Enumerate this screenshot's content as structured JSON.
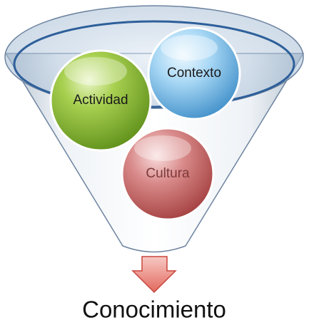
{
  "diagram": {
    "circles": [
      {
        "id": "actividad",
        "label": "Actividad",
        "color": "#8fb93a",
        "text_color": "#1a1a1a"
      },
      {
        "id": "contexto",
        "label": "Contexto",
        "color": "#6fb8e6",
        "text_color": "#1a1a1a"
      },
      {
        "id": "cultura",
        "label": "Cultura",
        "color": "#c45a5a",
        "text_color": "#7d3a3a"
      }
    ],
    "output": {
      "label": "Conocimiento",
      "text_color": "#111111"
    },
    "arrow_color": "#e07b72",
    "funnel_outline": "#4f6f93",
    "rim_color": "#2e5f9a"
  }
}
